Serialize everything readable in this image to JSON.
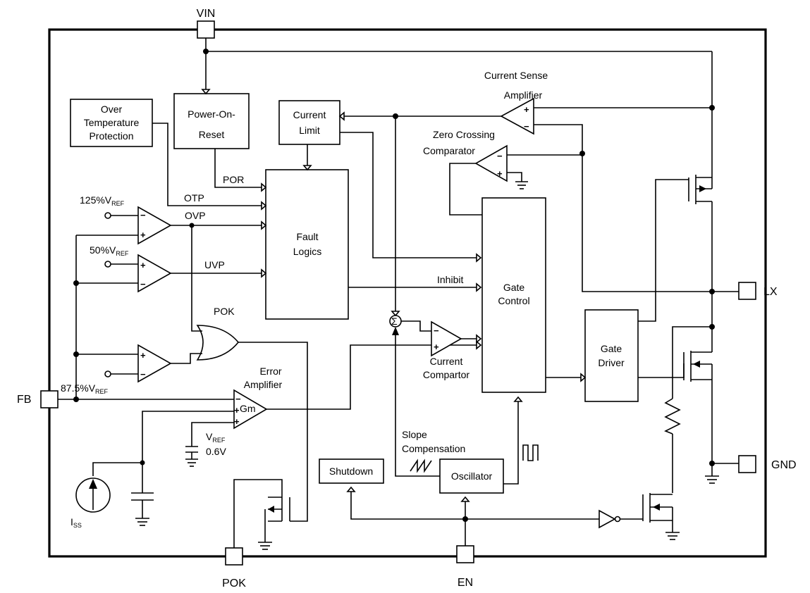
{
  "pins": {
    "vin": "VIN",
    "fb": "FB",
    "lx": "LX",
    "gnd": "GND",
    "pok": "POK",
    "en": "EN"
  },
  "blocks": {
    "over_temp": [
      "Over",
      "Temperature",
      "Protection"
    ],
    "power_on_reset": [
      "Power-On-",
      "Reset"
    ],
    "current_limit": [
      "Current",
      "Limit"
    ],
    "fault_logics": [
      "Fault",
      "Logics"
    ],
    "gate_control": [
      "Gate",
      "Control"
    ],
    "gate_driver": [
      "Gate",
      "Driver"
    ],
    "shutdown": "Shutdown",
    "oscillator": "Oscillator"
  },
  "labels": {
    "current_sense": [
      "Current Sense",
      "Amplifier"
    ],
    "zero_crossing": [
      "Zero Crossing",
      "Comparator"
    ],
    "current_comparator": [
      "Current",
      "Compartor"
    ],
    "error_amplifier": [
      "Error",
      "Amplifier"
    ],
    "gm": "Gm",
    "slope_comp": [
      "Slope",
      "Compensation"
    ],
    "por": "POR",
    "otp": "OTP",
    "ovp": "OVP",
    "uvp": "UVP",
    "inhibit": "Inhibit",
    "pok_gate": "POK",
    "iss": "I",
    "iss_sub": "SS",
    "vref_125": "125%V",
    "vref_50": "50%V",
    "vref_875": "87.5%V",
    "vref_ref": "V",
    "ref_sub": "REF",
    "vref_val": "0.6V"
  },
  "signs": {
    "minus": "−",
    "plus": "+"
  },
  "colors": {
    "line": "#000000",
    "background": "#ffffff"
  }
}
